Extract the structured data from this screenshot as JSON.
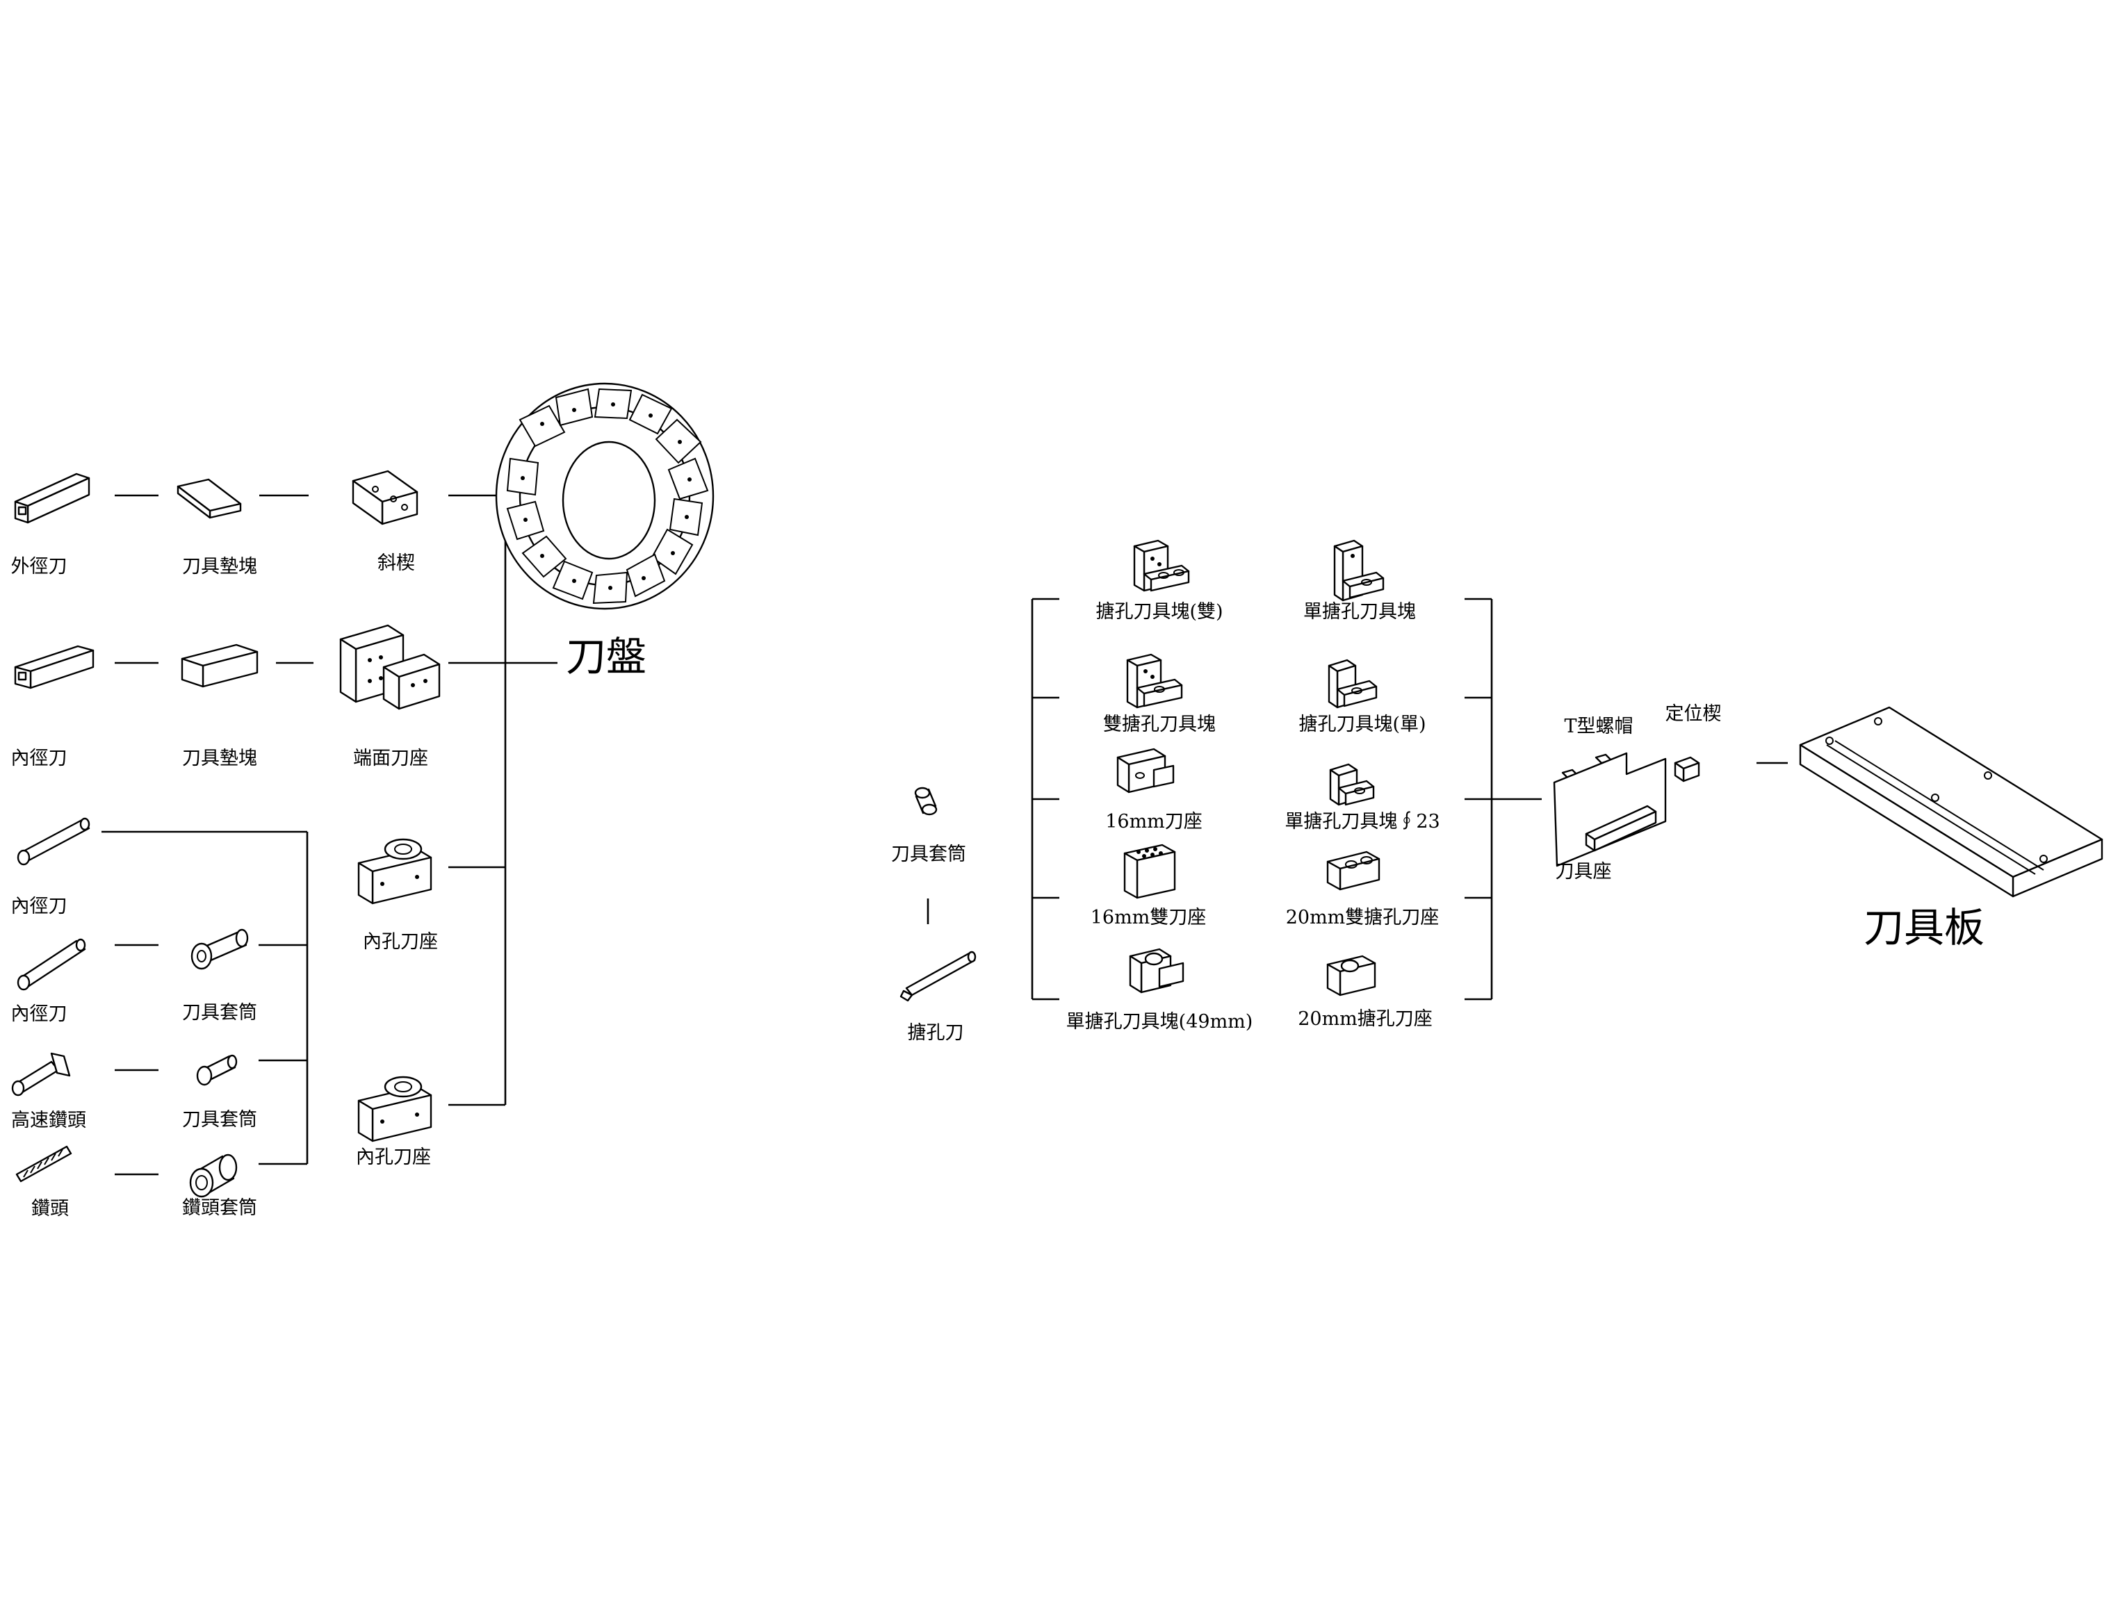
{
  "turret": {
    "title": "刀盤",
    "rows": [
      {
        "tool": "外徑刀",
        "pad": "刀具墊塊",
        "holder": "斜楔"
      },
      {
        "tool": "內徑刀",
        "pad": "刀具墊塊",
        "holder": "端面刀座"
      }
    ],
    "bore_group": {
      "tools": [
        "內徑刀",
        "內徑刀",
        "高速鑽頭",
        "鑽頭"
      ],
      "sleeves": [
        "刀具套筒",
        "刀具套筒",
        "鑽頭套筒"
      ],
      "holders": [
        "內孔刀座",
        "內孔刀座"
      ]
    }
  },
  "tool_plate": {
    "title": "刀具板",
    "boring_sleeve": "刀具套筒",
    "boring_bar": "搪孔刀",
    "blocks_left": [
      "搪孔刀具塊(雙)",
      "雙搪孔刀具塊",
      "16mm刀座",
      "16mm雙刀座",
      "單搪孔刀具塊(49mm)"
    ],
    "blocks_right": [
      "單搪孔刀具塊",
      "搪孔刀具塊(單)",
      "單搪孔刀具塊∮23",
      "20mm雙搪孔刀座",
      "20mm搪孔刀座"
    ],
    "t_nut": "T型螺帽",
    "locating_wedge": "定位楔",
    "tool_holder": "刀具座"
  },
  "icons": [
    "od-tool-icon",
    "tool-pad-icon",
    "wedge-icon",
    "turret-disc-icon",
    "id-tool-icon",
    "face-holder-icon",
    "boring-bar-icon",
    "bore-holder-icon",
    "sleeve-icon",
    "hss-drill-icon",
    "drill-icon",
    "drill-sleeve-icon",
    "tool-block-icon",
    "t-nut-icon",
    "locating-wedge-icon",
    "tool-holder-icon",
    "tool-plate-icon"
  ]
}
